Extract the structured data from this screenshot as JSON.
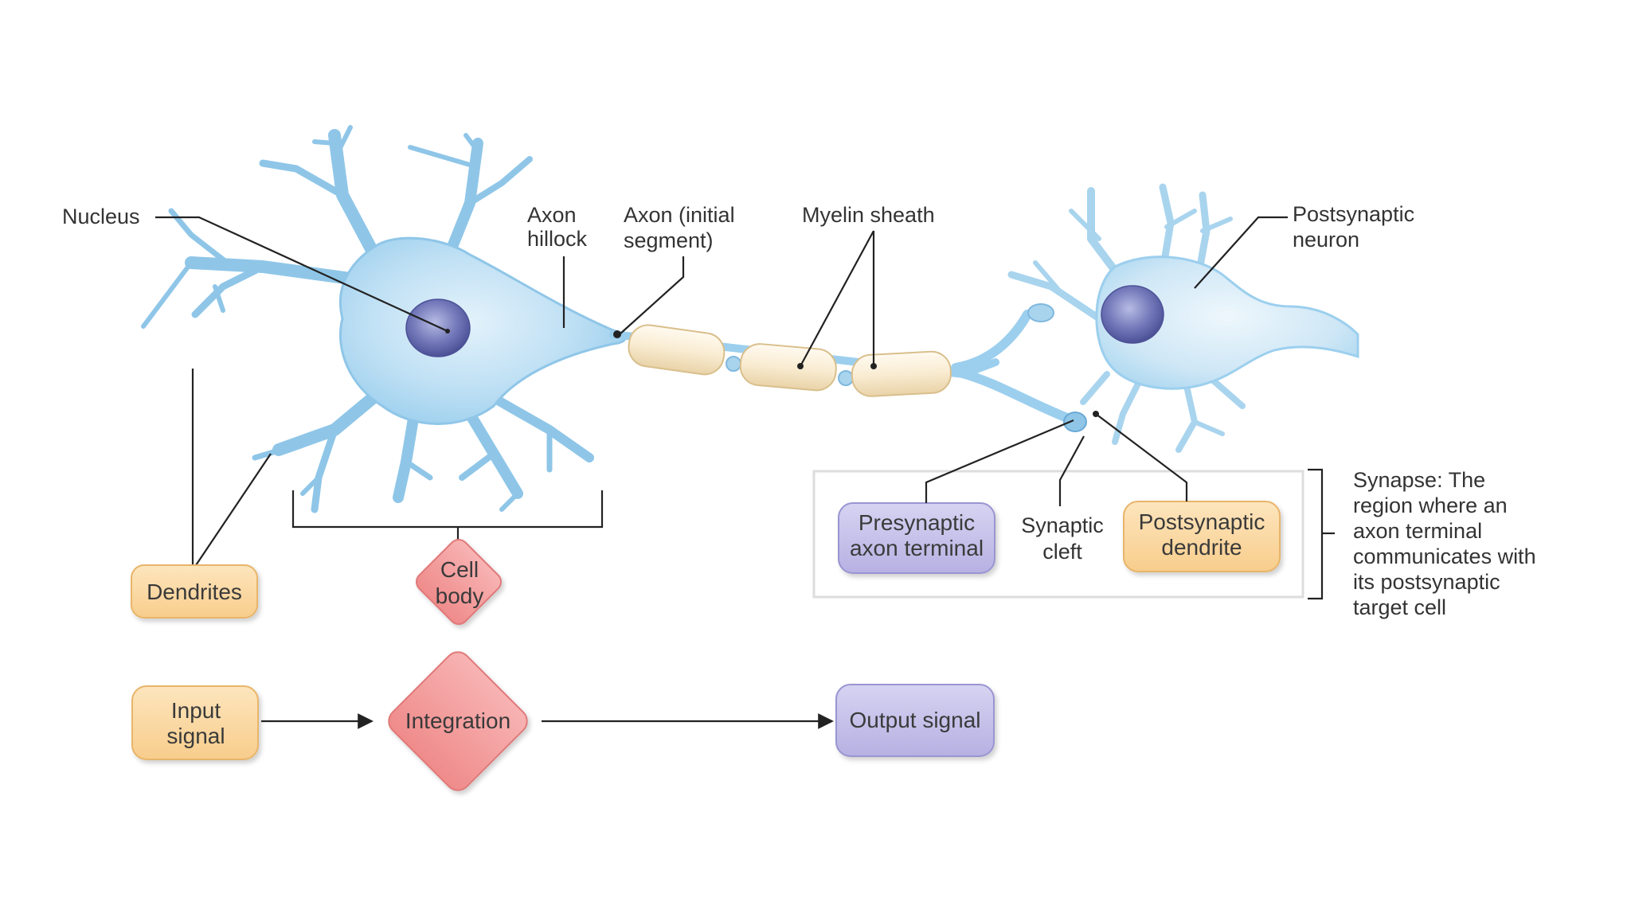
{
  "labels": {
    "nucleus": "Nucleus",
    "axon_hillock": [
      "Axon",
      "hillock"
    ],
    "axon_initial": [
      "Axon (initial",
      "segment)"
    ],
    "myelin_sheath": "Myelin sheath",
    "postsynaptic_neuron": [
      "Postsynaptic",
      "neuron"
    ],
    "synaptic_cleft": [
      "Synaptic",
      "cleft"
    ],
    "synapse_description": [
      "Synapse: The",
      "region where an",
      "axon terminal",
      "communicates with",
      "its postsynaptic",
      "target cell"
    ]
  },
  "boxes": {
    "dendrites": "Dendrites",
    "cell_body": [
      "Cell",
      "body"
    ],
    "presynaptic_terminal": [
      "Presynaptic",
      "axon terminal"
    ],
    "postsynaptic_dendrite": [
      "Postsynaptic",
      "dendrite"
    ],
    "input_signal": [
      "Input",
      "signal"
    ],
    "integration": "Integration",
    "output_signal": "Output signal"
  },
  "colors": {
    "neuron_fill": "#bfe0f4",
    "neuron_stroke": "#8fc6e8",
    "nucleus": "#6a6fb0",
    "myelin": "#f9ecd2",
    "orange_box": "#fbd9a4",
    "pink_box": "#f49a9a",
    "purple_box": "#c7c3ea"
  }
}
